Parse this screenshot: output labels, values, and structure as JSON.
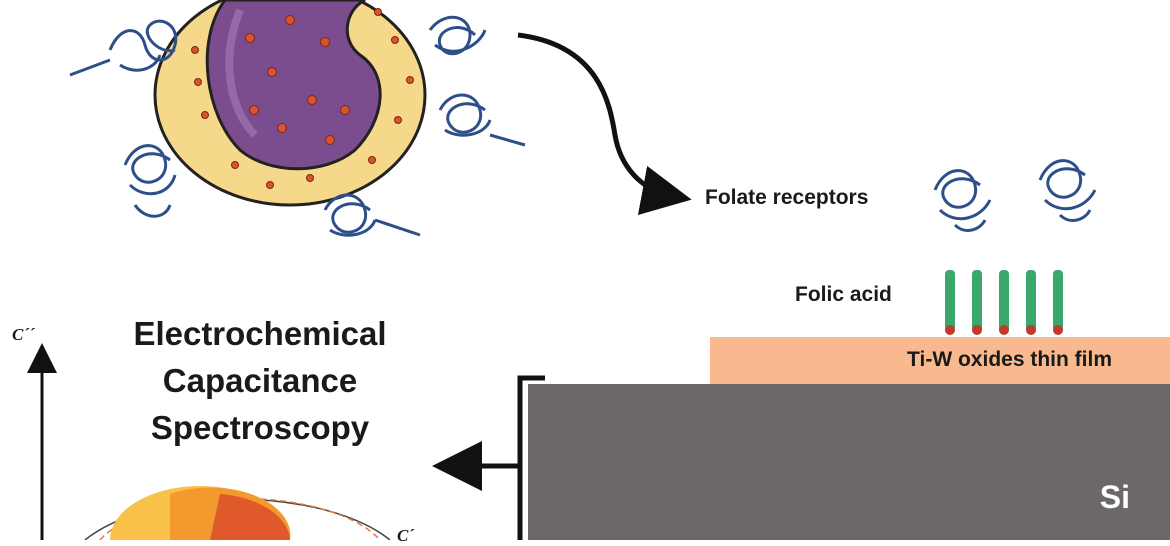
{
  "labels": {
    "folate_receptors": "Folate receptors",
    "folic_acid": "Folic acid",
    "thin_film": "Ti-W oxides thin film",
    "substrate": "Si"
  },
  "title": {
    "line1": "Electrochemical",
    "line2": "Capacitance",
    "line3": "Spectroscopy"
  },
  "axes": {
    "y_label": "C´´",
    "x_label": "C´"
  },
  "colors": {
    "cell_outer": "#f6d88a",
    "cell_nucleus": "#7b4d8f",
    "dots": "#d8532e",
    "protein": "#2d4f8a",
    "thin_film": "#f7b98d",
    "silicon": "#6d6868"
  }
}
